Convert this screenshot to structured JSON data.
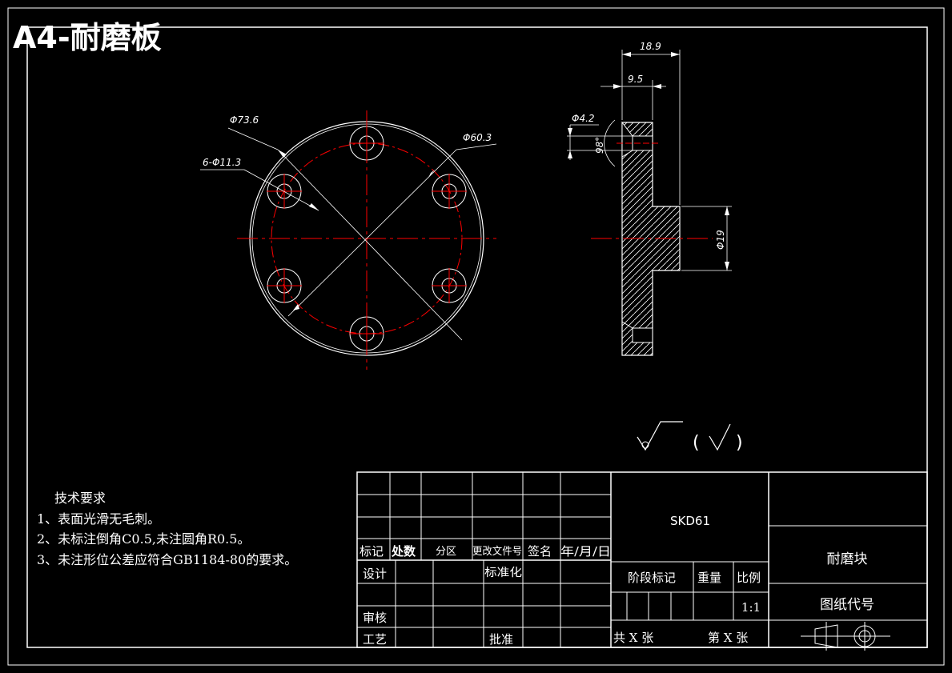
{
  "title": "A4-耐磨板",
  "dimensions": {
    "outer_dia": "Φ73.6",
    "pitch_dia": "Φ60.3",
    "holes": "6-Φ11.3",
    "total_width": "18.9",
    "flange_width": "9.5",
    "counterbore_dia": "Φ4.2",
    "countersink_angle": "98°",
    "hub_dia": "Φ19"
  },
  "tech_requirements": {
    "heading": "技术要求",
    "items": [
      "1、表面光滑无毛刺。",
      "2、未标注倒角C0.5,未注圆角R0.5。",
      "3、未注形位公差应符合GB1184-80的要求。"
    ]
  },
  "surface_finish": {
    "parens": [
      "(",
      ")"
    ]
  },
  "title_block": {
    "material": "SKD61",
    "part_name": "耐磨块",
    "drawing_code_label": "图纸代号",
    "labels": {
      "mark": "标记",
      "count": "处数",
      "zone": "分区",
      "change_doc": "更改文件号",
      "sign": "签名",
      "date": "年/月/日",
      "design": "设计",
      "standardize": "标准化",
      "review": "审核",
      "process": "工艺",
      "approve": "批准",
      "stage_mark": "阶段标记",
      "weight": "重量",
      "scale": "比例"
    },
    "scale_value": "1:1",
    "total_sheets": "共 X 张",
    "sheet_no": "第 X 张"
  },
  "colors": {
    "background": "#000000",
    "line": "#ffffff",
    "centerline": "#ff0000",
    "title": "#ffff00"
  }
}
